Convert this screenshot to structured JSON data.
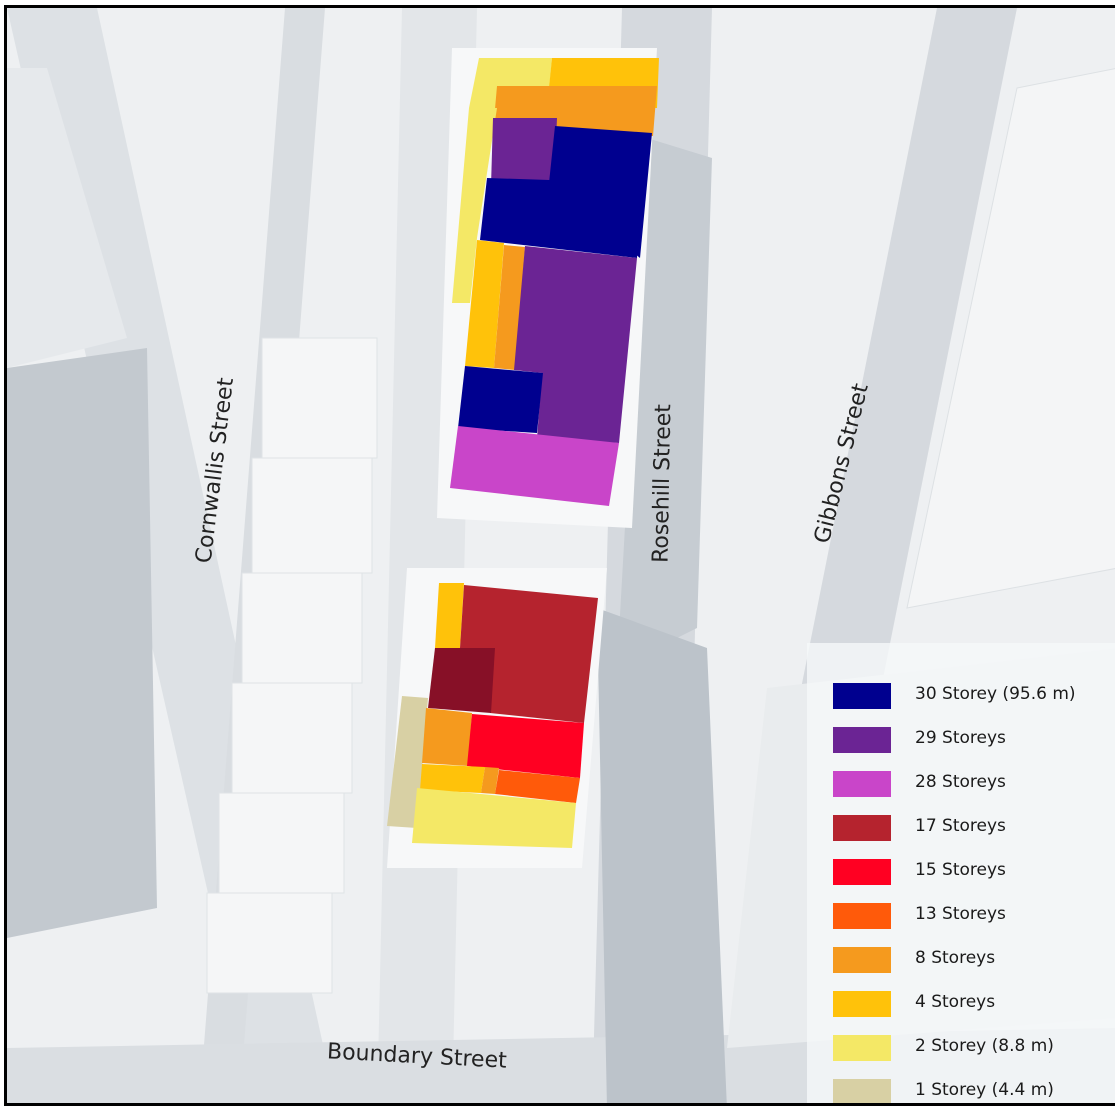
{
  "streets": {
    "cornwallis": "Cornwallis Street",
    "rosehill": "Rosehill Street",
    "gibbons": "Gibbons Street",
    "boundary": "Boundary Street"
  },
  "legend": [
    {
      "label": "30 Storey (95.6 m)",
      "color": "#00008f"
    },
    {
      "label": "29 Storeys",
      "color": "#6b2494"
    },
    {
      "label": "28 Storeys",
      "color": "#c945c9"
    },
    {
      "label": "17 Storeys",
      "color": "#b5232e"
    },
    {
      "label": "15 Storeys",
      "color": "#ff0022"
    },
    {
      "label": "13 Storeys",
      "color": "#ff5a0a"
    },
    {
      "label": "8 Storeys",
      "color": "#f59a1e"
    },
    {
      "label": "4 Storeys",
      "color": "#ffc20a"
    },
    {
      "label": "2 Storey (8.8 m)",
      "color": "#f4e866"
    },
    {
      "label": "1 Storey (4.4 m)",
      "color": "#d8d0a4"
    }
  ],
  "colors": {
    "map_background": "#eef0f2",
    "road": "#d9dde1",
    "building_base": "#f7f8f9",
    "shadow": "#c9ced4",
    "frame": "#000000",
    "dark_maroon": "#871027"
  }
}
